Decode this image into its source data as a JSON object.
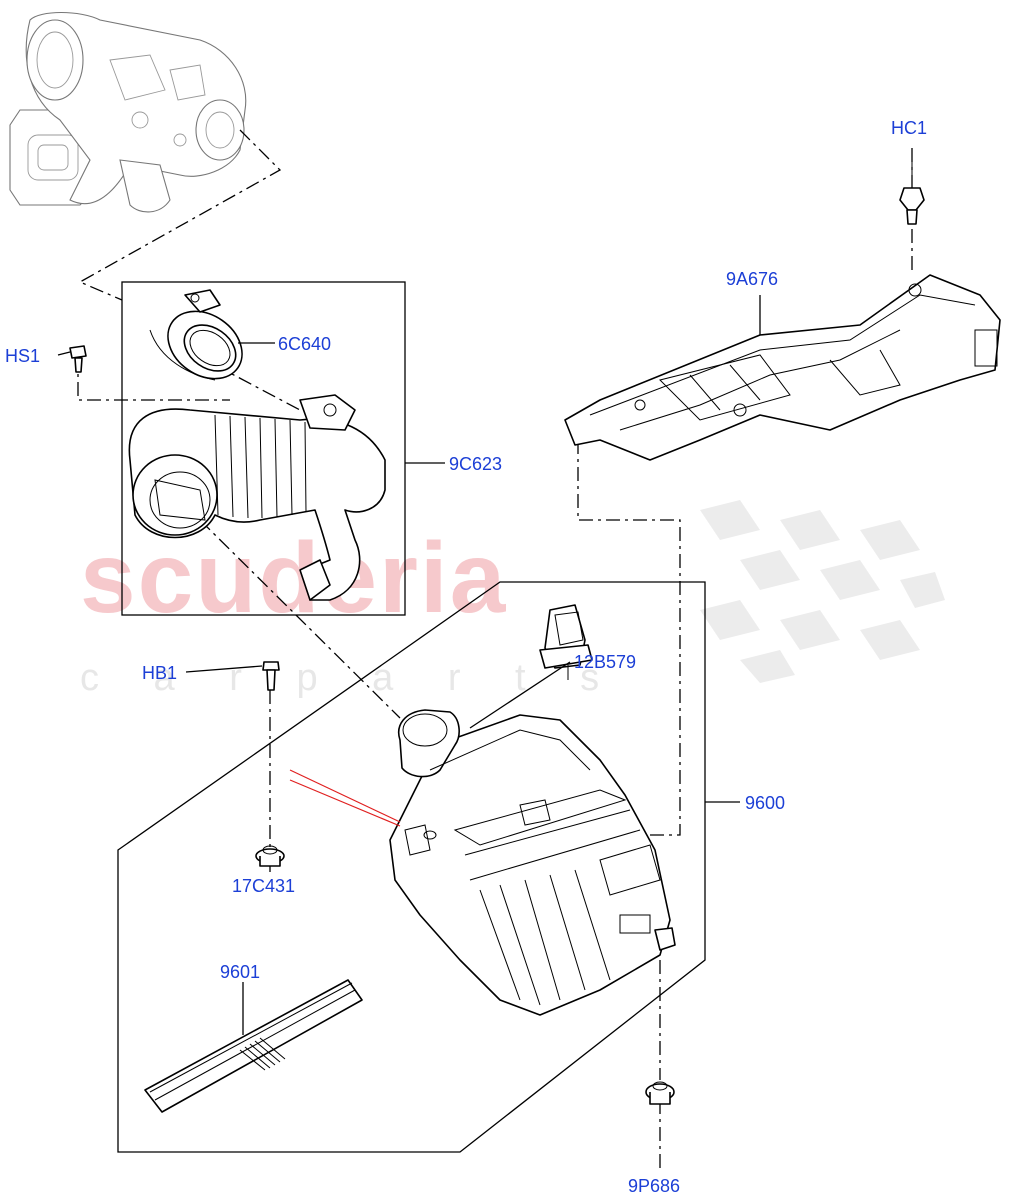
{
  "watermark": {
    "brand": "scuderia",
    "tagline": "c a r   p a r t s"
  },
  "labels": {
    "hc1": "HC1",
    "part_9a676": "9A676",
    "hs1": "HS1",
    "part_6c640": "6C640",
    "part_9c623": "9C623",
    "part_12b579": "12B579",
    "hb1": "HB1",
    "part_9600": "9600",
    "part_17c431": "17C431",
    "part_9601": "9601",
    "part_9p686": "9P686"
  },
  "colors": {
    "label_blue": "#1c3fd6",
    "line_black": "#000000",
    "leader_red": "#e02020",
    "watermark_pink": "#f6c9cc",
    "watermark_gray": "#e7e7e7"
  }
}
